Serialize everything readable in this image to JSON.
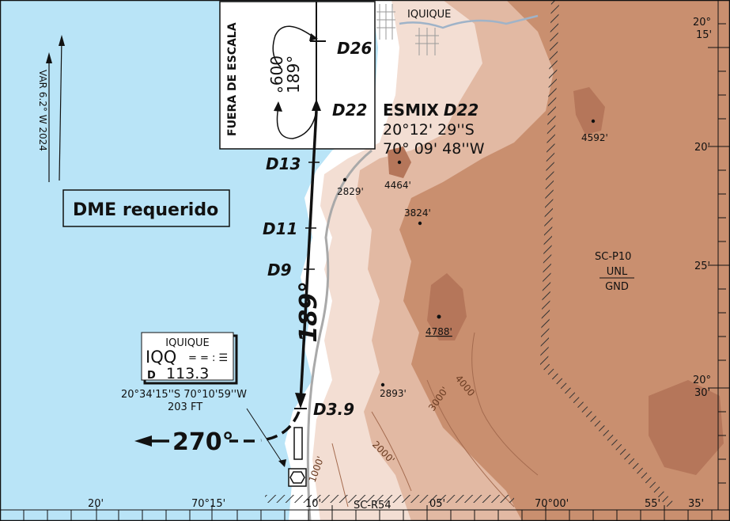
{
  "colors": {
    "sea": "#b9e4f7",
    "land_low": "#f3ded3",
    "land_mid": "#e2b9a3",
    "land_high": "#c98f6f",
    "land_peak": "#b5765a",
    "route": "#111111",
    "border": "#111111"
  },
  "header": {
    "city": "IQUIQUE"
  },
  "inset": {
    "vertical_label": "FUERA DE ESCALA",
    "outbound_course": "189°",
    "inbound_course": "009°",
    "fix_outer": "D26",
    "fix_inner": "D22"
  },
  "variation": {
    "label": "VAR 6.2° W 2024"
  },
  "dme_required": {
    "label": "DME requerido"
  },
  "fixes": {
    "esmix_name": "ESMIX",
    "esmix_dme": "D22",
    "esmix_lat": "20°12' 29''S",
    "esmix_lon": "70° 09' 48''W",
    "d13": "D13",
    "d11": "D11",
    "d9": "D9",
    "d3_9": "D3.9"
  },
  "route": {
    "final_course": "189°",
    "exit_course": "270°"
  },
  "navaid": {
    "city": "IQUIQUE",
    "ident": "IQQ",
    "morse": "= = : ☰",
    "dme_symbol": "D",
    "frequency": "113.3",
    "coords": "20°34'15''S 70°10'59''W",
    "elevation": "203 FT"
  },
  "elevations": {
    "e4592": "4592'",
    "e4464": "4464'",
    "e2829": "2829'",
    "e3824": "3824'",
    "e4788": "4788'",
    "e2893": "2893'"
  },
  "contours": {
    "c4000": "4000",
    "c3000": "3000'",
    "c2000": "2000'",
    "c1000": "1000'"
  },
  "airspace": {
    "p10_name": "SC-P10",
    "p10_upper": "UNL",
    "p10_lower": "GND",
    "r54_name": "SC-R54"
  },
  "lat_labels": {
    "l15_deg": "20°",
    "l15_min": "15'",
    "l20": "20'",
    "l25": "25'",
    "l30_deg": "20°",
    "l30_min": "30'"
  },
  "lon_labels": {
    "l20": "20'",
    "l15": "70°15'",
    "l10": "10'",
    "l05": "05'",
    "l00": "70°00'",
    "l55": "55'",
    "l35": "35'"
  }
}
